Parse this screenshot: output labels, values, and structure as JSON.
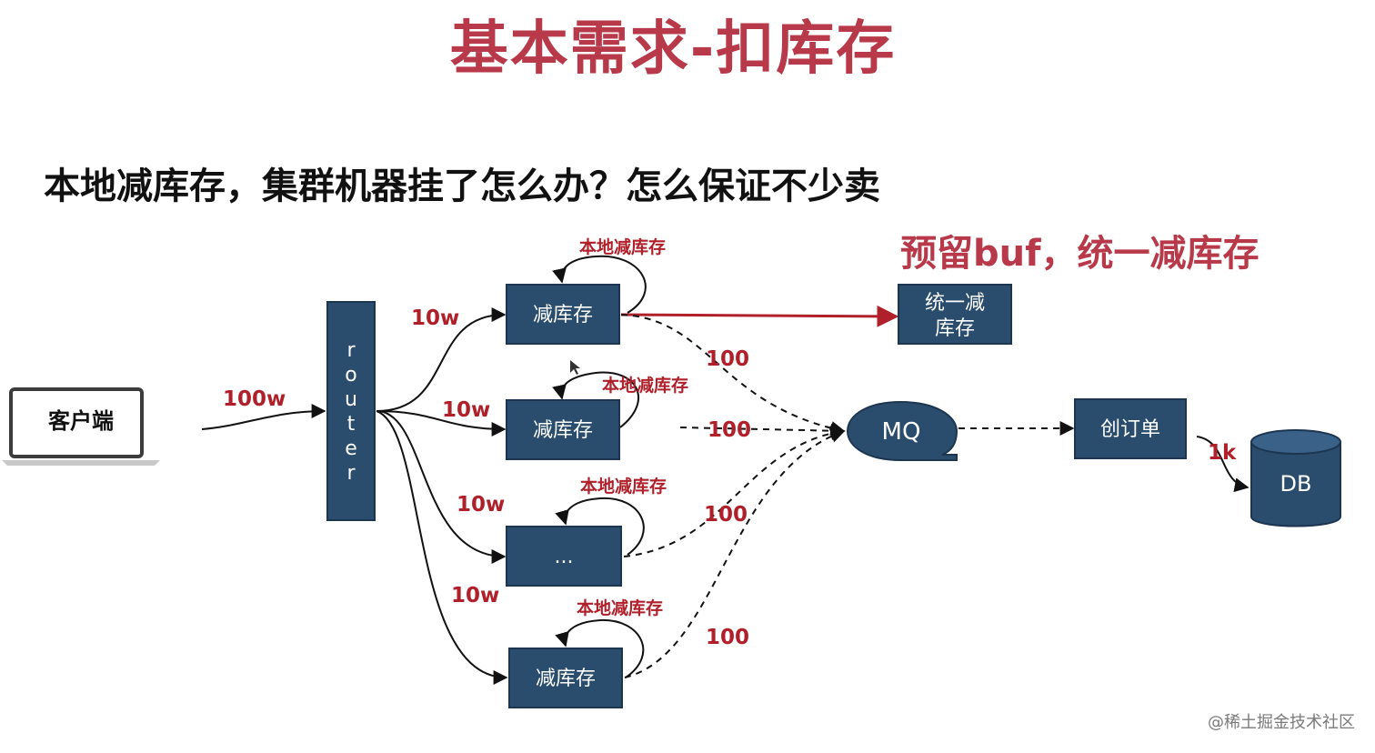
{
  "title": "基本需求-扣库存",
  "question": "本地减库存，集群机器挂了怎么办？怎么保证不少卖",
  "highlight": "预留buf，统一减库存",
  "watermark": "@稀土掘金技术社区",
  "colors": {
    "box_fill": "#2a4d6e",
    "accent_red": "#b83a4a",
    "label_red": "#b0202a",
    "arrow_black": "#111111"
  },
  "nodes": {
    "client": "客户端",
    "router": "router",
    "worker_labels": [
      "减库存",
      "减库存",
      "...",
      "减库存"
    ],
    "unified_line1": "统一减",
    "unified_line2": "库存",
    "mq": "MQ",
    "create_order": "创订单",
    "db": "DB"
  },
  "labels": {
    "client_to_router": "100w",
    "router_to_worker": [
      "10w",
      "10w",
      "10w",
      "10w"
    ],
    "self_loop": "本地减库存",
    "worker_to_mq": [
      "100",
      "100",
      "100",
      "100"
    ],
    "order_to_db": "1k"
  }
}
